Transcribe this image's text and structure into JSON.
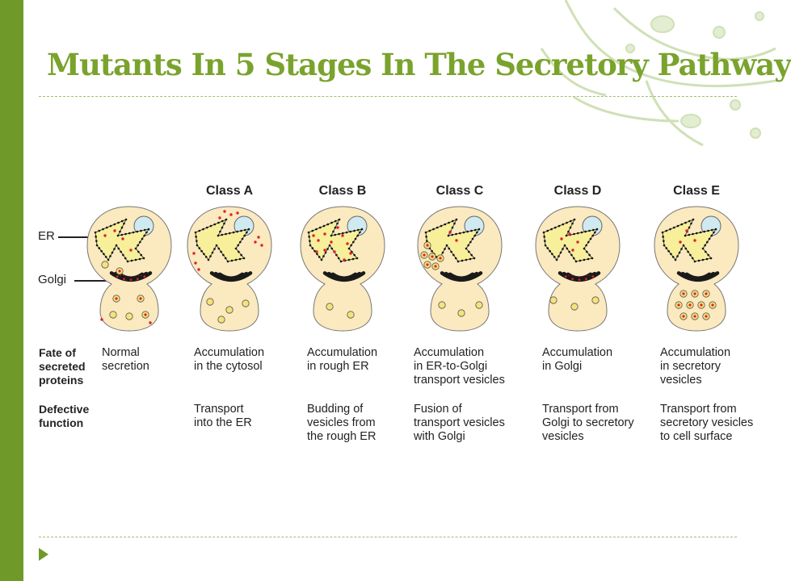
{
  "title": "Mutants In 5 Stages In The Secretory Pathway",
  "labels": {
    "er": "ER",
    "golgi": "Golgi"
  },
  "row_headers": {
    "fate": [
      "Fate of",
      "secreted",
      "proteins"
    ],
    "defect": [
      "Defective",
      "function"
    ]
  },
  "columns": [
    {
      "class_label": "",
      "fate": [
        "Normal",
        "secretion"
      ],
      "defect": []
    },
    {
      "class_label": "Class A",
      "fate": [
        "Accumulation",
        "in the cytosol"
      ],
      "defect": [
        "Transport",
        "into the ER"
      ]
    },
    {
      "class_label": "Class B",
      "fate": [
        "Accumulation",
        "in rough ER"
      ],
      "defect": [
        "Budding of",
        "vesicles from",
        "the rough ER"
      ]
    },
    {
      "class_label": "Class C",
      "fate": [
        "Accumulation",
        "in ER-to-Golgi",
        "transport vesicles"
      ],
      "defect": [
        "Fusion of",
        "transport vesicles",
        "with Golgi"
      ]
    },
    {
      "class_label": "Class D",
      "fate": [
        "Accumulation",
        "in Golgi"
      ],
      "defect": [
        "Transport from",
        "Golgi to secretory",
        "vesicles"
      ]
    },
    {
      "class_label": "Class E",
      "fate": [
        "Accumulation",
        "in secretory",
        "vesicles"
      ],
      "defect": [
        "Transport from",
        "secretory vesicles",
        "to cell surface"
      ]
    }
  ],
  "colors": {
    "accent_green": "#6f9a2a",
    "title_green": "#7aa32d",
    "cell_fill": "#fbe9bf",
    "er_fill": "#f7ef9a",
    "nucleus_fill": "#cfeaf0",
    "protein_red": "#e0202a",
    "golgi_dark": "#1a1a1a"
  }
}
